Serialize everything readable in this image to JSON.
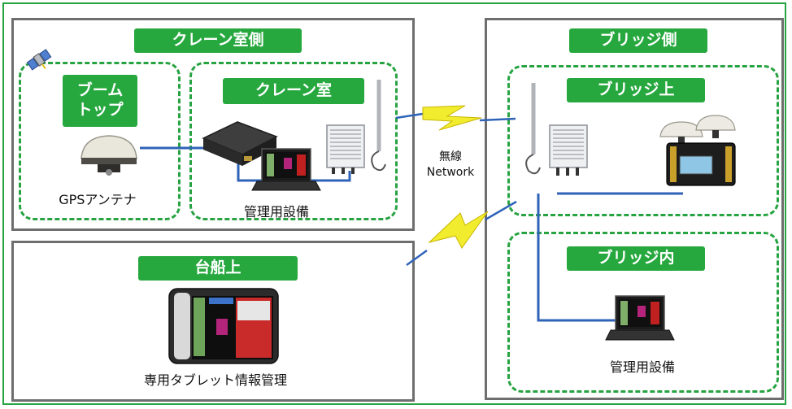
{
  "crane_side": {
    "title": "クレーン室側"
  },
  "boom_top": {
    "title": "ブーム\nトップ",
    "device_label": "GPSアンテナ"
  },
  "crane_room": {
    "title": "クレーン室",
    "device_label": "管理用設備"
  },
  "bridge_side": {
    "title": "ブリッジ側"
  },
  "bridge_top": {
    "title": "ブリッジ上"
  },
  "bridge_inside": {
    "title": "ブリッジ内",
    "device_label": "管理用設備"
  },
  "barge": {
    "title": "台船上",
    "device_label": "専用タブレット情報管理"
  },
  "wireless": {
    "line1": "無線",
    "line2": "Network"
  },
  "colors": {
    "accent": "#27a83f",
    "dash": "#27a341",
    "panel_border": "#6e6e6e",
    "cable": "#2f63b8",
    "lightning": "#f2ec2e"
  }
}
